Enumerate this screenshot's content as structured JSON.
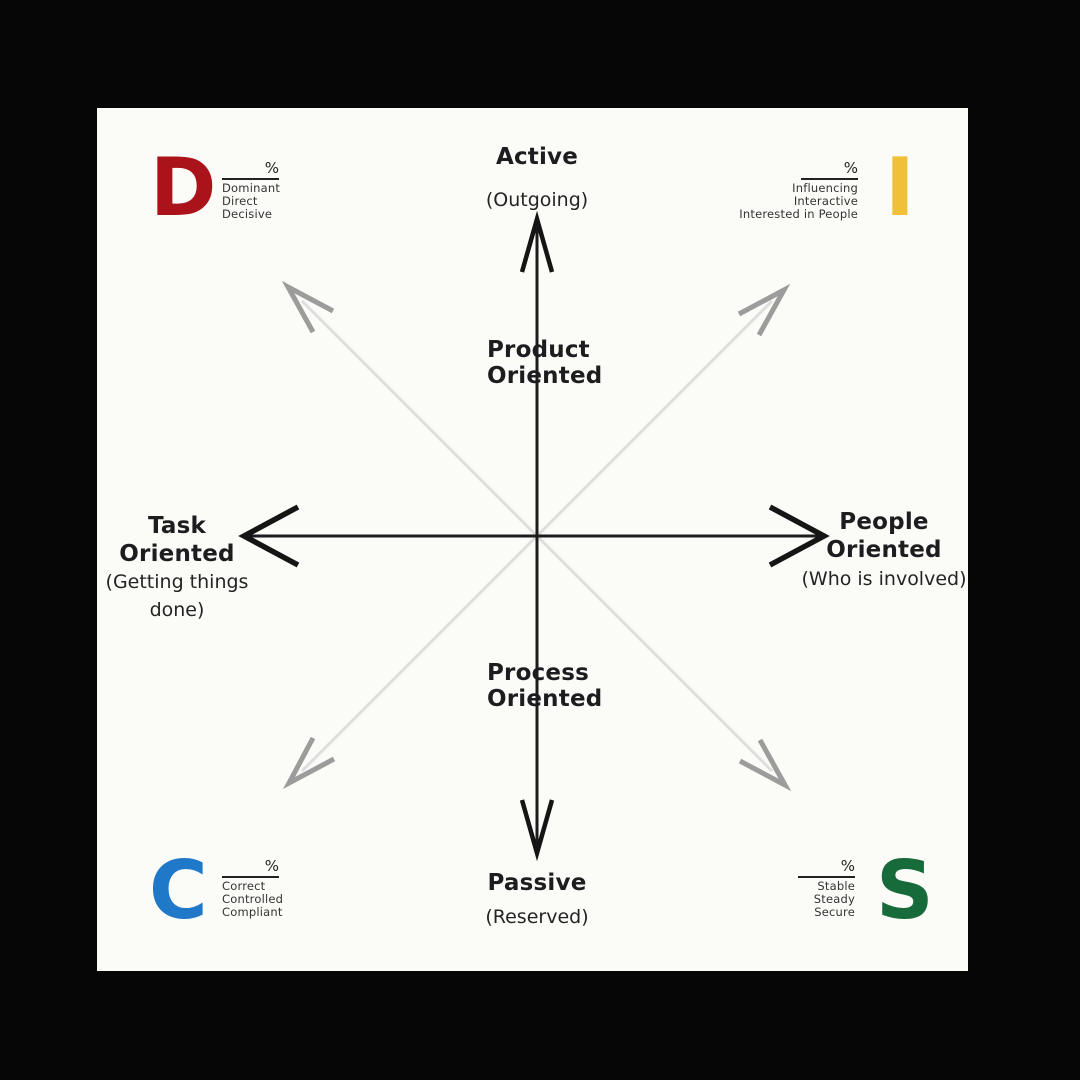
{
  "colors": {
    "background": "#060606",
    "card": "#FBFBF8",
    "axis": "#1c1c1e",
    "diagonal_line": "#DEDEDE",
    "diagonal_arrowhead": "#9C9C9C",
    "d_red": "#A91319",
    "i_yellow": "#F0C137",
    "c_blue": "#1F78C8",
    "s_green": "#176B3A"
  },
  "axes": {
    "top": {
      "title": "Active",
      "subtitle": "(Outgoing)"
    },
    "bottom": {
      "title": "Passive",
      "subtitle": "(Reserved)"
    },
    "left": {
      "title_line1": "Task",
      "title_line2": "Oriented",
      "subtitle_line1": "(Getting things",
      "subtitle_line2": "done)"
    },
    "right": {
      "title_line1": "People",
      "title_line2": "Oriented",
      "subtitle": "(Who is involved)"
    },
    "upper_center": {
      "line1": "Product",
      "line2": "Oriented"
    },
    "lower_center": {
      "line1": "Process",
      "line2": "Oriented"
    }
  },
  "quadrants": {
    "d": {
      "letter": "D",
      "color": "#A91319",
      "percent": "%",
      "traits": [
        "Dominant",
        "Direct",
        "Decisive"
      ]
    },
    "i": {
      "letter": "I",
      "color": "#F0C137",
      "percent": "%",
      "traits": [
        "Influencing",
        "Interactive",
        "Interested in People"
      ]
    },
    "c": {
      "letter": "C",
      "color": "#1F78C8",
      "percent": "%",
      "traits": [
        "Correct",
        "Controlled",
        "Compliant"
      ]
    },
    "s": {
      "letter": "S",
      "color": "#176B3A",
      "percent": "%",
      "traits": [
        "Stable",
        "Steady",
        "Secure"
      ]
    }
  }
}
